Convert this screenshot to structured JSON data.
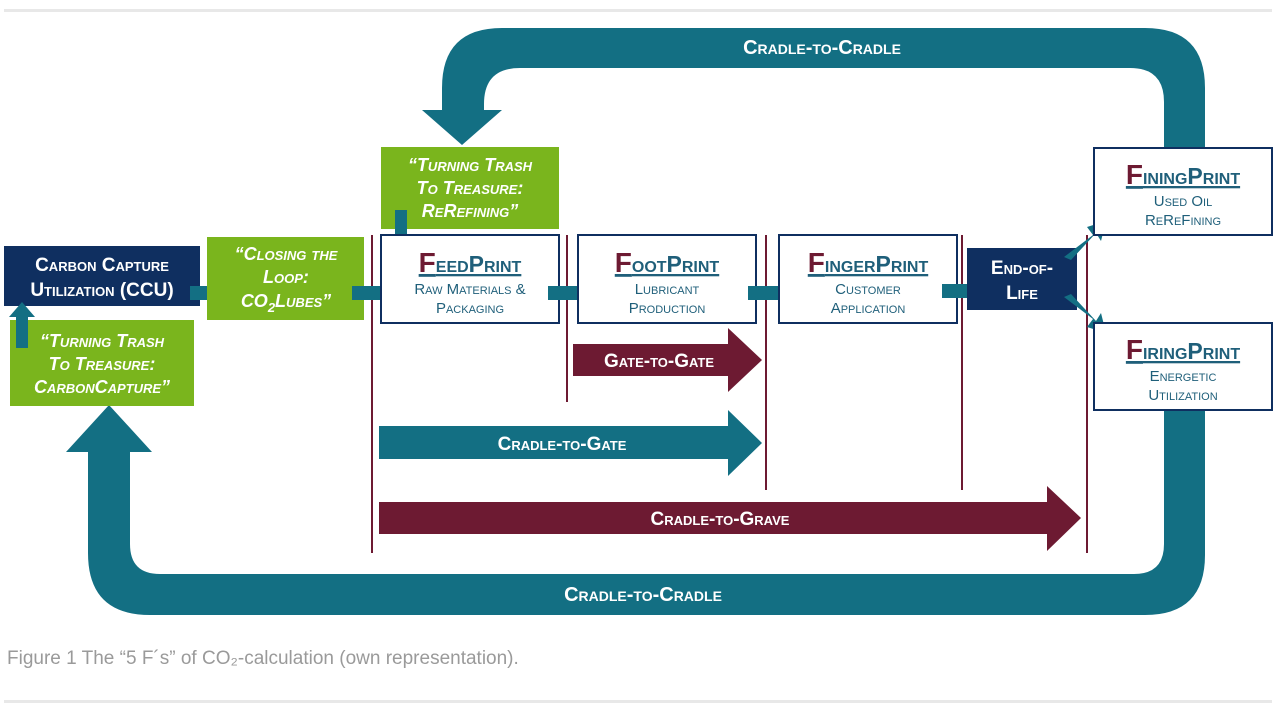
{
  "colors": {
    "teal": "#136f83",
    "navy": "#0f2f60",
    "green": "#7ab51d",
    "maroon": "#6d1a32",
    "print_text": "#1f5f7a"
  },
  "diagram": {
    "cradle_top": "Cradle-to-Cradle",
    "cradle_bottom": "Cradle-to-Cradle",
    "ccu_line1": "Carbon Capture",
    "ccu_line2": "Utilization (CCU)",
    "closing_line1": "“Closing the",
    "closing_line2": "Loop:",
    "closing_line3_a": "CO",
    "closing_line3_sub": "2",
    "closing_line3_b": "Lubes”",
    "carbon_quote_line1": "“Turning Trash",
    "carbon_quote_line2": "To Treasure:",
    "carbon_quote_line3": "CarbonCapture”",
    "rerefine_quote_line1": "“Turning Trash",
    "rerefine_quote_line2": "To Treasure:",
    "rerefine_quote_line3": "ReRefining”",
    "feedprint": {
      "first": "F",
      "rest": "eedPrint",
      "sub1": "Raw Materials &",
      "sub2": "Packaging"
    },
    "footprint": {
      "first": "F",
      "rest": "ootPrint",
      "sub1": "Lubricant",
      "sub2": "Production"
    },
    "fingerprint": {
      "first": "F",
      "rest": "ingerPrint",
      "sub1": "Customer",
      "sub2": "Application"
    },
    "finingprint": {
      "first": "F",
      "rest": "iningPrint",
      "sub1": "Used Oil",
      "sub2": "ReReFining"
    },
    "firingprint": {
      "first": "F",
      "rest": "iringPrint",
      "sub1": "Energetic",
      "sub2": "Utilization"
    },
    "eol_line1": "End-of-",
    "eol_line2": "Life",
    "gate_to_gate": "Gate-to-Gate",
    "cradle_to_gate": "Cradle-to-Gate",
    "cradle_to_grave": "Cradle-to-Grave"
  },
  "caption": "Figure 1 The “5 F´s” of CO₂-calculation (own representation)."
}
